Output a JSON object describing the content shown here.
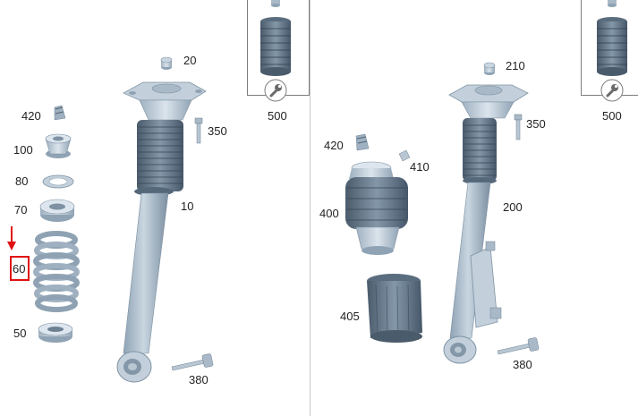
{
  "colors": {
    "part_body": "#b9c7d3",
    "part_shade": "#7e92a3",
    "part_dark": "#4f6172",
    "part_light": "#dde6ee",
    "highlight": "#e01010",
    "divider": "#c8c8c8",
    "text": "#222222"
  },
  "left_assembly": {
    "labels": {
      "p20": "20",
      "p350": "350",
      "p10": "10",
      "p380": "380",
      "p420": "420",
      "p100": "100",
      "p80": "80",
      "p70": "70",
      "p60": "60",
      "p50": "50"
    },
    "highlighted_part": "60"
  },
  "right_assembly": {
    "labels": {
      "p210": "210",
      "p350": "350",
      "p420": "420",
      "p410": "410",
      "p400": "400",
      "p200": "200",
      "p405": "405",
      "p380": "380"
    }
  },
  "insets": [
    {
      "label": "500",
      "icon": "wrench-icon"
    },
    {
      "label": "500",
      "icon": "wrench-icon"
    }
  ]
}
